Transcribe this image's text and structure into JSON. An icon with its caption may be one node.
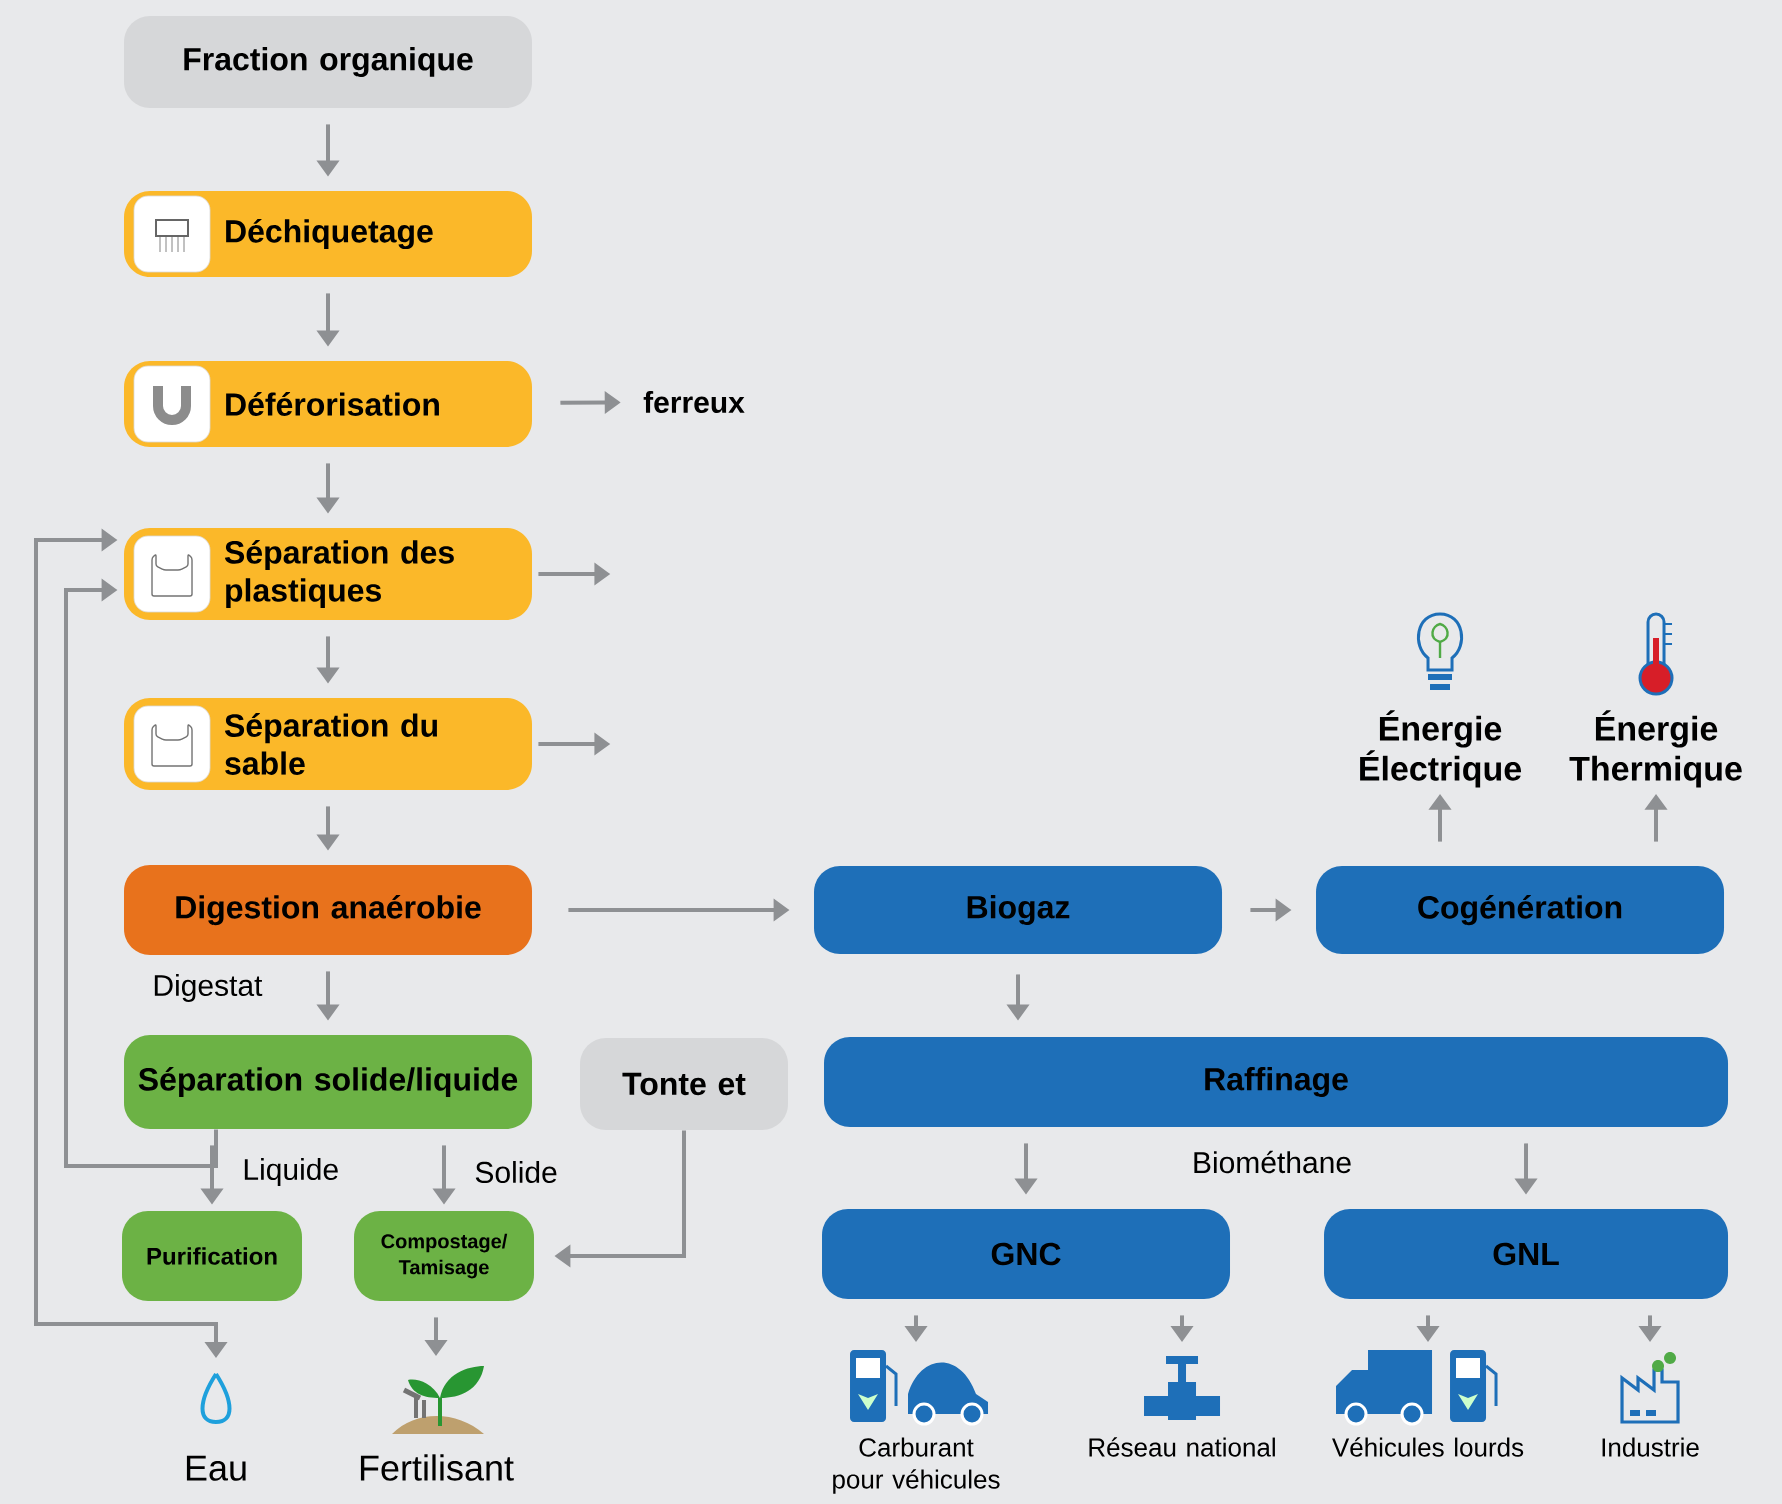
{
  "diagram": {
    "nodes": [
      {
        "text": [
          "Fraction organique"
        ]
      },
      {
        "text": [
          "Déchiquetage"
        ]
      },
      {
        "text": [
          "Déférorisation"
        ]
      },
      {
        "text": [
          "ferreux"
        ]
      },
      {
        "text": [
          "Séparation des plastiques"
        ]
      },
      {
        "text": [
          "Séparation du sable"
        ]
      },
      {
        "text": [
          "Digestion anaérobie"
        ]
      },
      {
        "text": [
          "Séparation solide/liquide"
        ]
      },
      {
        "text": [
          "Tonte et"
        ]
      },
      {
        "text": [
          "Purification"
        ]
      },
      {
        "text": [
          "Compostage/ Tamisage"
        ]
      },
      {
        "text": [
          "Eau"
        ]
      },
      {
        "text": [
          "Fertilisant"
        ]
      },
      {
        "text": [
          "Biogaz"
        ]
      },
      {
        "text": [
          "Cogénération"
        ]
      },
      {
        "text": [
          "Énergie Électrique"
        ]
      },
      {
        "text": [
          "Énergie Thermique"
        ]
      },
      {
        "text": [
          "Raffinage"
        ]
      },
      {
        "text": [
          "GNC"
        ]
      },
      {
        "text": [
          "GNL"
        ]
      },
      {
        "text": [
          "Carburant pour véhicules"
        ]
      },
      {
        "text": [
          "Réseau national"
        ]
      },
      {
        "text": [
          "Véhicules lourds"
        ]
      },
      {
        "text": [
          "Industrie"
        ]
      }
    ],
    "edges": [
      {
        "from": 0,
        "to": 1,
        "arrow": "to"
      },
      {
        "from": 1,
        "to": 2,
        "arrow": "to"
      },
      {
        "from": 2,
        "to": 3,
        "arrow": "to"
      },
      {
        "from": 2,
        "to": 4,
        "arrow": "to"
      },
      {
        "from": 4,
        "to": null,
        "arrow": "to"
      },
      {
        "from": 4,
        "to": 5,
        "arrow": "to"
      },
      {
        "from": 5,
        "to": null,
        "arrow": "to"
      },
      {
        "from": 5,
        "to": 6,
        "arrow": "to"
      },
      {
        "from": 6,
        "to": 7,
        "arrow": "to",
        "label": "Digestat"
      },
      {
        "from": 6,
        "to": 13,
        "arrow": "to"
      },
      {
        "from": 13,
        "to": 14,
        "arrow": "to"
      },
      {
        "from": 14,
        "to": 15,
        "arrow": "to"
      },
      {
        "from": 14,
        "to": 16,
        "arrow": "to"
      },
      {
        "from": 13,
        "to": 17,
        "arrow": "to"
      },
      {
        "from": 17,
        "to": 18,
        "arrow": "to"
      },
      {
        "from": 17,
        "to": 19,
        "arrow": "to"
      },
      {
        "from": 7,
        "to": 9,
        "arrow": "to",
        "label": "Liquide"
      },
      {
        "from": 7,
        "to": 10,
        "arrow": "to",
        "label": "Solide"
      },
      {
        "from": 8,
        "to": 10,
        "arrow": "to"
      },
      {
        "from": 7,
        "to": 4,
        "arrow": "to"
      },
      {
        "from": 11,
        "to": 4,
        "arrow": "both"
      },
      {
        "from": 10,
        "to": 12,
        "arrow": "to"
      },
      {
        "from": 18,
        "to": 20,
        "arrow": "to"
      },
      {
        "from": 18,
        "to": 21,
        "arrow": "to"
      },
      {
        "from": 19,
        "to": 22,
        "arrow": "to"
      },
      {
        "from": 19,
        "to": 23,
        "arrow": "to"
      }
    ],
    "labels": [
      "Biométhane"
    ]
  }
}
